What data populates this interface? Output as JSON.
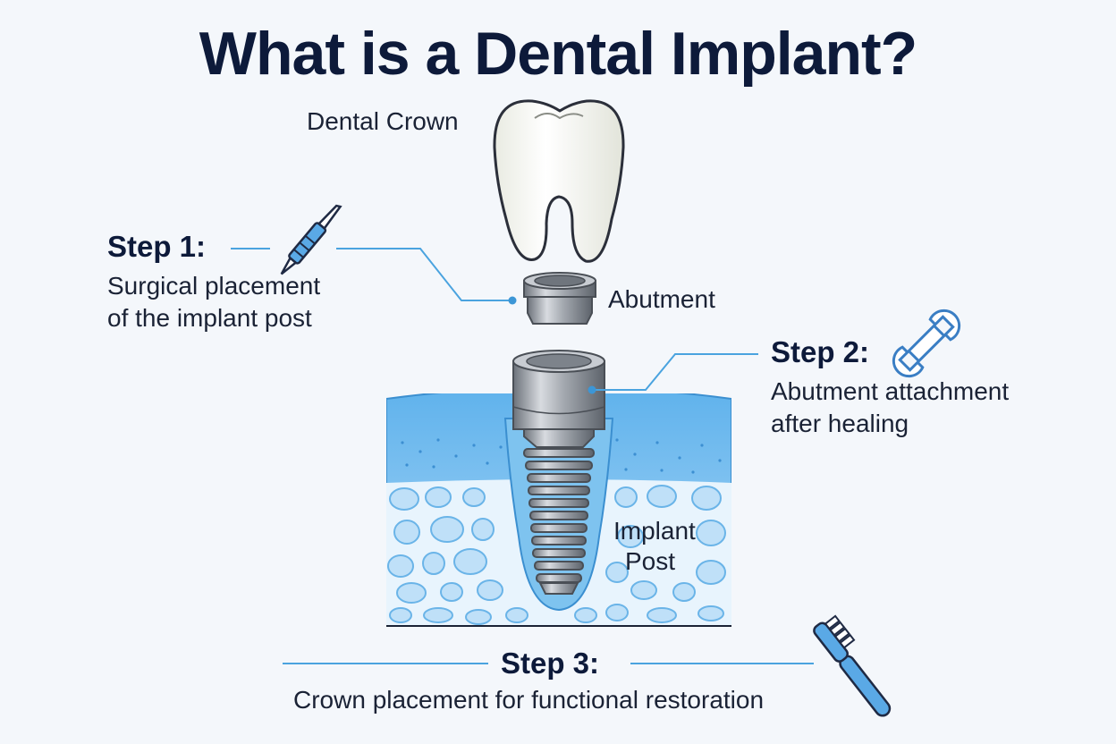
{
  "title": "What is a Dental Implant?",
  "labels": {
    "crown": "Dental Crown",
    "abutment": "Abutment",
    "post_line1": "Implant",
    "post_line2": "Post"
  },
  "steps": [
    {
      "title": "Step 1:",
      "desc_line1": "Surgical placement",
      "desc_line2": "of the implant post",
      "icon": "scalpel-icon"
    },
    {
      "title": "Step 2:",
      "desc_line1": "Abutment attachment",
      "desc_line2": "after healing",
      "icon": "wrench-icon"
    },
    {
      "title": "Step 3:",
      "desc_line1": "Crown placement for functional restoration",
      "icon": "toothbrush-icon"
    }
  ],
  "colors": {
    "title": "#0d1a3a",
    "accent_line": "#4aa3df",
    "gum": "#7ec3ef",
    "bone": "#e6f3fd",
    "metal": "#9aa0a8"
  }
}
